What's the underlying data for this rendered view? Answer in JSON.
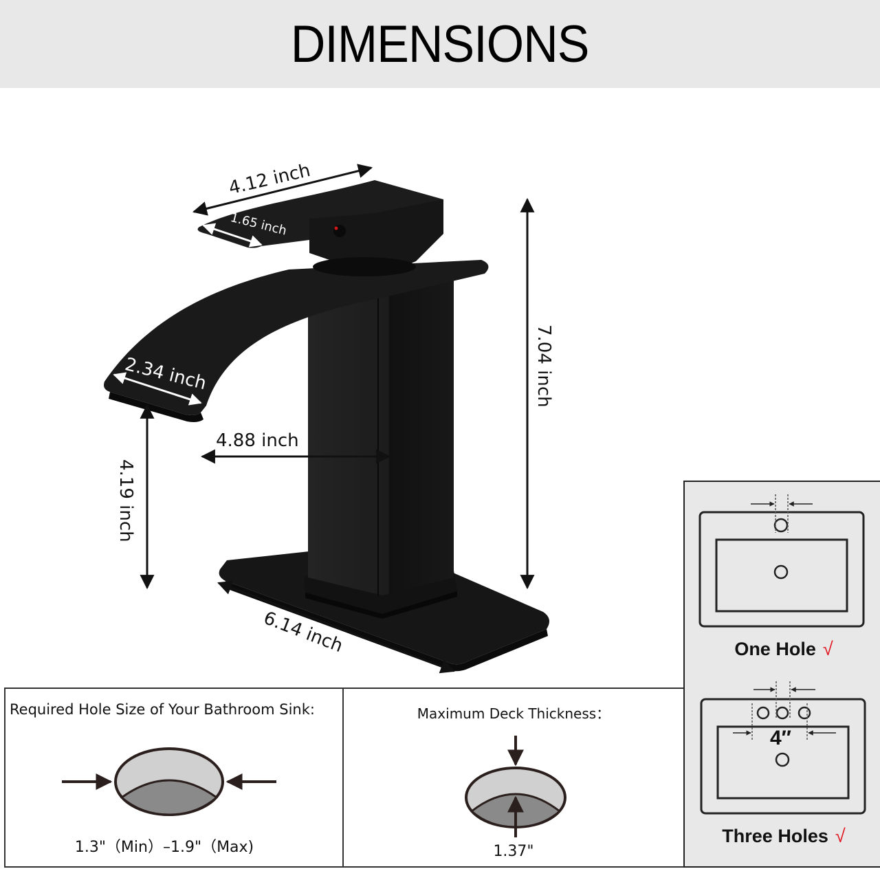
{
  "header": {
    "title": "DIMENSIONS"
  },
  "faucet_dimensions": {
    "handle_length": "4.12 inch",
    "handle_width": "1.65 inch",
    "spout_width": "2.34 inch",
    "spout_reach": "4.88 inch",
    "spout_height": "4.19 inch",
    "total_height": "7.04 inch",
    "deck_plate_length": "6.14 inch"
  },
  "hole_size_panel": {
    "title": "Required Hole Size of Your Bathroom Sink:",
    "value": "1.3\"（Min）–1.9\"（Max)"
  },
  "deck_thickness_panel": {
    "title": "Maximum Deck Thickness：",
    "value": "1.37\""
  },
  "installation_options": [
    {
      "label": "One Hole",
      "check": "√"
    },
    {
      "label": "Three Holes",
      "check": "√",
      "spacing": "4″"
    }
  ],
  "colors": {
    "header_bg": "#e8e8e8",
    "faucet": "#1a1a1a",
    "check": "#e0141e",
    "hole_light": "#cfcfcf",
    "hole_dark": "#8a8a8a"
  }
}
